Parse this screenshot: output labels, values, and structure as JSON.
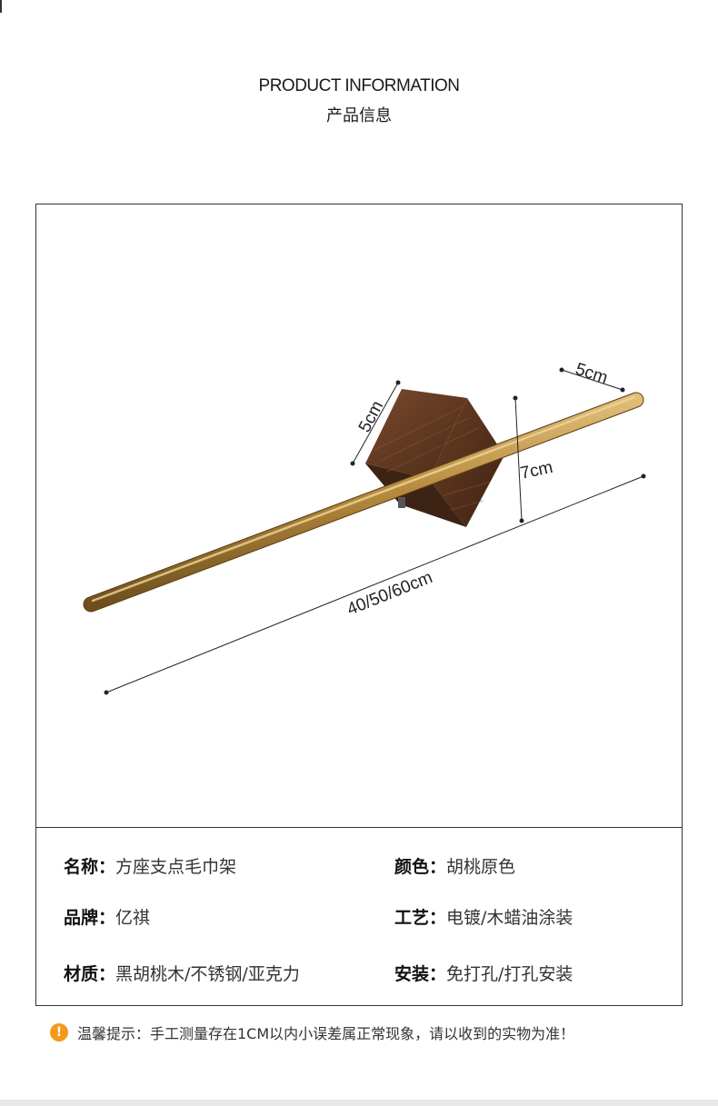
{
  "header": {
    "title_en": "PRODUCT INFORMATION",
    "title_zh": "产品信息"
  },
  "dimensions": {
    "base_width": "5cm",
    "bar_diameter": "5cm",
    "height": "7cm",
    "length": "40/50/60cm"
  },
  "specs": {
    "name": {
      "label": "名称：",
      "value": "方座支点毛巾架"
    },
    "color": {
      "label": "颜色：",
      "value": "胡桃原色"
    },
    "brand": {
      "label": "品牌：",
      "value": "亿祺"
    },
    "craft": {
      "label": "工艺：",
      "value": "电镀/木蜡油涂装"
    },
    "material": {
      "label": "材质：",
      "value": "黑胡桃木/不锈钢/亚克力"
    },
    "install": {
      "label": "安装：",
      "value": "免打孔/打孔安装"
    }
  },
  "note": {
    "icon": "exclamation-icon",
    "icon_glyph": "!",
    "text": "温馨提示：手工测量存在1CM以内小误差属正常现象，请以收到的实物为准！"
  },
  "colors": {
    "brass": "#b68a3e",
    "walnut": "#5a3420",
    "warning": "#f39a1c"
  }
}
